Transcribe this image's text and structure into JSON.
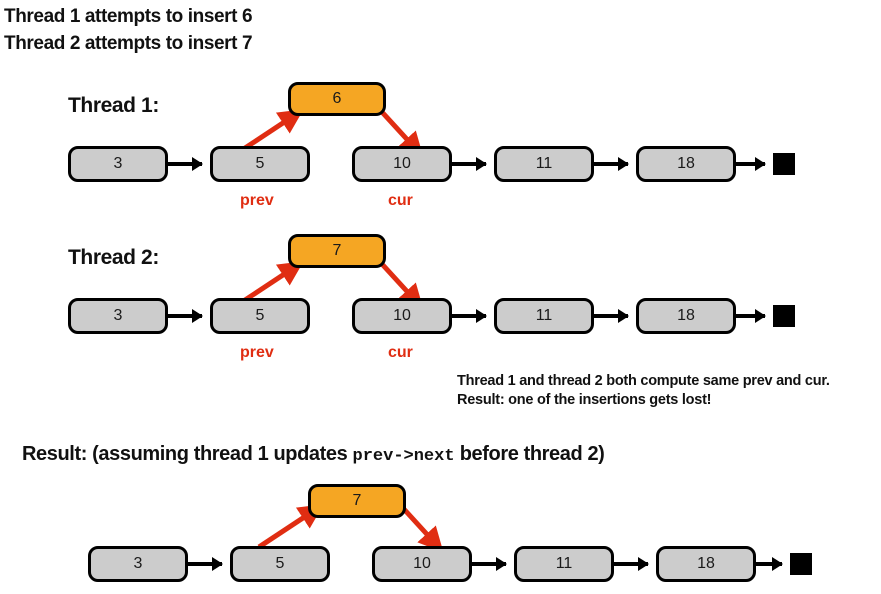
{
  "headline": {
    "line1": "Thread 1 attempts to insert 6",
    "line2": "Thread 2 attempts to insert 7"
  },
  "thread1": {
    "label": "Thread 1:",
    "new_node_value": "6",
    "nodes": [
      "3",
      "5",
      "10",
      "11",
      "18"
    ],
    "terminator": "null-terminator",
    "prev_label": "prev",
    "cur_label": "cur"
  },
  "thread2": {
    "label": "Thread 2:",
    "new_node_value": "7",
    "nodes": [
      "3",
      "5",
      "10",
      "11",
      "18"
    ],
    "terminator": "null-terminator",
    "prev_label": "prev",
    "cur_label": "cur"
  },
  "note": {
    "line1": "Thread 1 and thread 2 both compute same prev and cur.",
    "line2": "Result: one of the insertions gets lost!"
  },
  "result": {
    "heading_prefix": "Result: (assuming thread 1 updates ",
    "heading_code": "prev->next",
    "heading_suffix": " before thread 2)",
    "new_node_value": "7",
    "nodes": [
      "3",
      "5",
      "10",
      "11",
      "18"
    ],
    "terminator": "null-terminator"
  },
  "colors": {
    "new_node_fill": "#f5a623",
    "node_fill": "#cccccc",
    "node_border": "#000000",
    "pointer_red": "#e02d12",
    "text": "#111111"
  }
}
